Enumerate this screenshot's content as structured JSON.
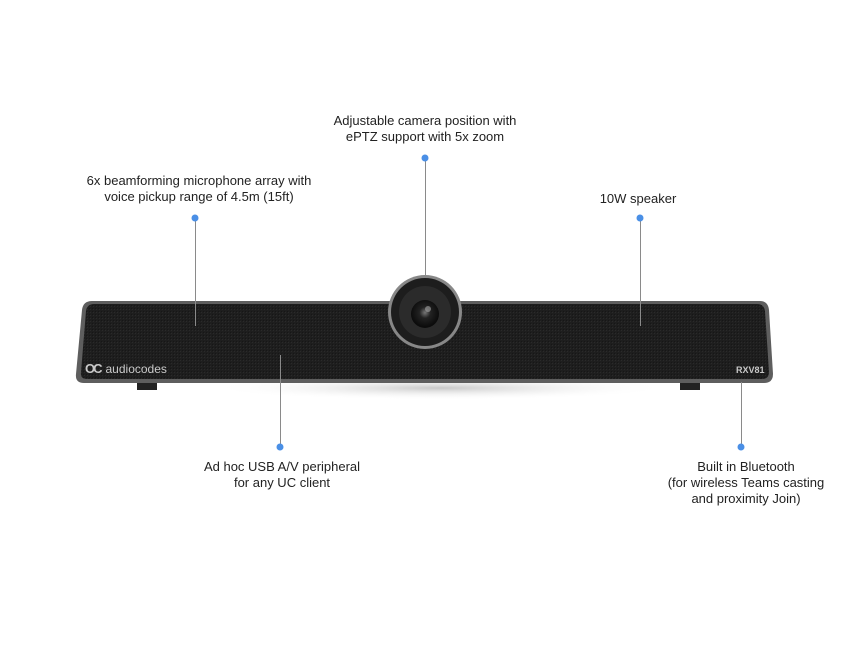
{
  "callouts": {
    "camera": {
      "lines": [
        "Adjustable camera position with",
        "ePTZ support with 5x zoom"
      ]
    },
    "microphone": {
      "lines": [
        "6x beamforming microphone array with",
        "voice pickup range of 4.5m (15ft)"
      ]
    },
    "speaker": {
      "lines": [
        "10W speaker"
      ]
    },
    "usb": {
      "lines": [
        "Ad hoc USB A/V peripheral",
        "for any UC client"
      ]
    },
    "bluetooth": {
      "lines": [
        "Built in Bluetooth",
        "(for wireless Teams casting",
        "and proximity Join)"
      ]
    }
  },
  "device": {
    "brand": "audiocodes",
    "brand_mark": "OC",
    "model": "RXV81"
  },
  "colors": {
    "dot": "#4a8fe6",
    "body": "#1c1c1c",
    "frame": "#5a5a5a"
  }
}
